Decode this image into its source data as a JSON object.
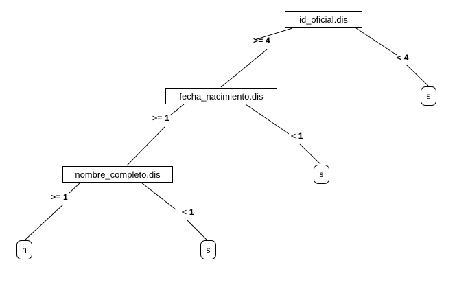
{
  "diagram": {
    "type": "decision-tree",
    "title": "",
    "background_color": "#ffffff",
    "stroke_color": "#000000",
    "text_color": "#000000"
  },
  "nodes": {
    "root": {
      "label": "id_oficial.dis",
      "kind": "decision"
    },
    "level2": {
      "label": "fecha_nacimiento.dis",
      "kind": "decision"
    },
    "level3": {
      "label": "nombre_completo.dis",
      "kind": "decision"
    }
  },
  "leaves": {
    "leaf_right_top": {
      "label": "s",
      "kind": "leaf"
    },
    "leaf_middle": {
      "label": "s",
      "kind": "leaf"
    },
    "leaf_bottom_left": {
      "label": "n",
      "kind": "leaf"
    },
    "leaf_bottom_right": {
      "label": "s",
      "kind": "leaf"
    }
  },
  "edges": {
    "root_left": {
      "label": ">= 4"
    },
    "root_right": {
      "label": "< 4"
    },
    "level2_left": {
      "label": ">= 1"
    },
    "level2_right": {
      "label": "< 1"
    },
    "level3_left": {
      "label": ">= 1"
    },
    "level3_right": {
      "label": "< 1"
    }
  }
}
